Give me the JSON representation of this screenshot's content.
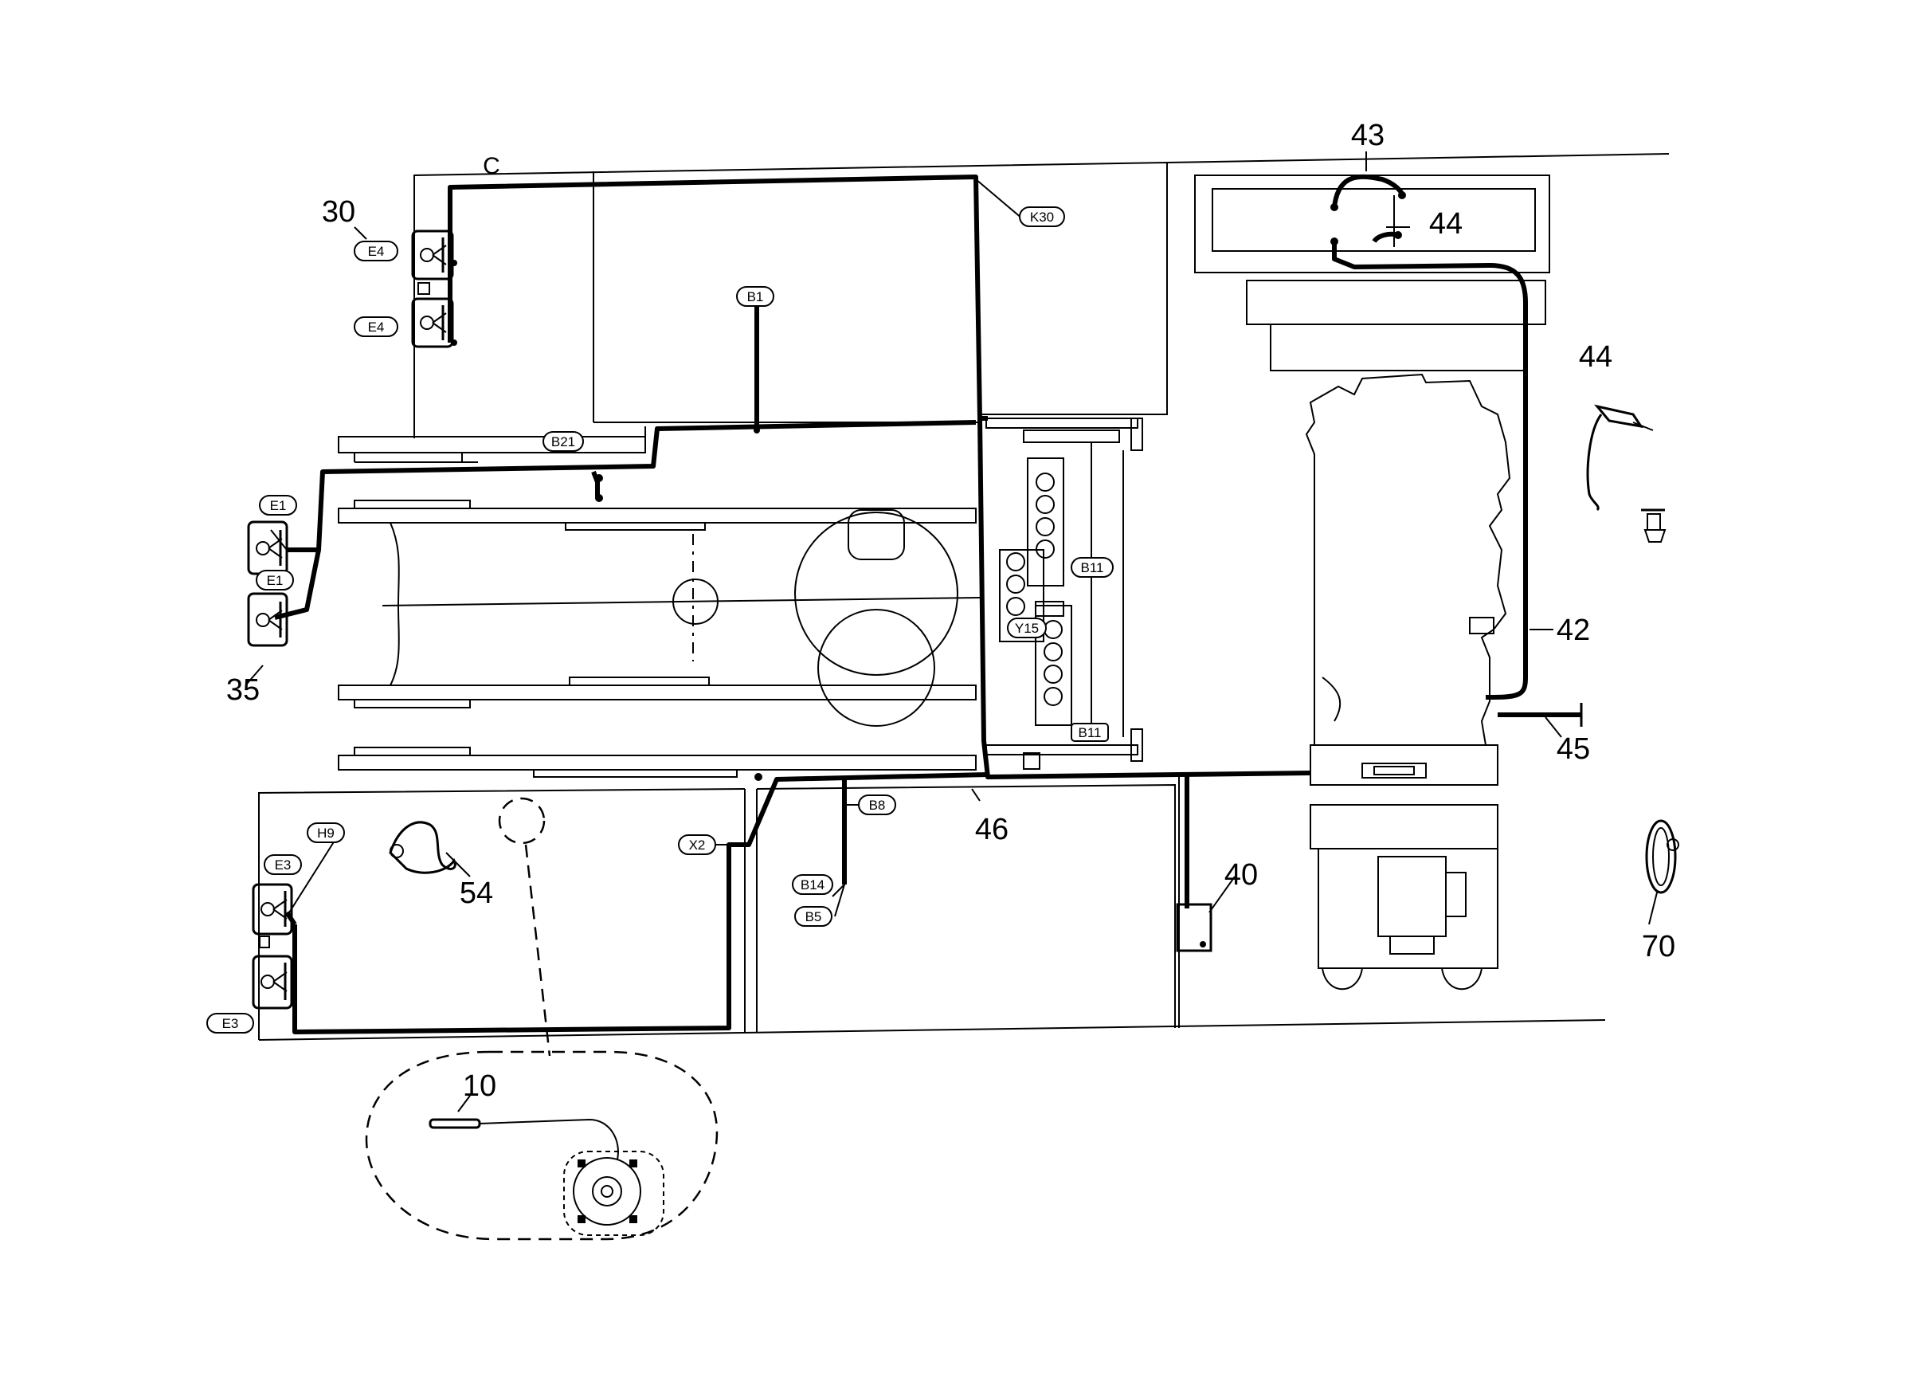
{
  "callouts": {
    "n30": "30",
    "n35": "35",
    "n54": "54",
    "n10": "10",
    "n43": "43",
    "n44a": "44",
    "n44b": "44",
    "n42": "42",
    "n45": "45",
    "n46": "46",
    "n40": "40",
    "n70": "70",
    "c": "C"
  },
  "tags": {
    "e4a": "E4",
    "e4b": "E4",
    "e1a": "E1",
    "e1b": "E1",
    "e3a": "E3",
    "e3b": "E3",
    "h9": "H9",
    "b1": "B1",
    "b21": "B21",
    "k30": "K30",
    "b11a": "B11",
    "b11b": "B11",
    "y15": "Y15",
    "x2": "X2",
    "b8": "B8",
    "b14": "B14",
    "b5": "B5"
  }
}
